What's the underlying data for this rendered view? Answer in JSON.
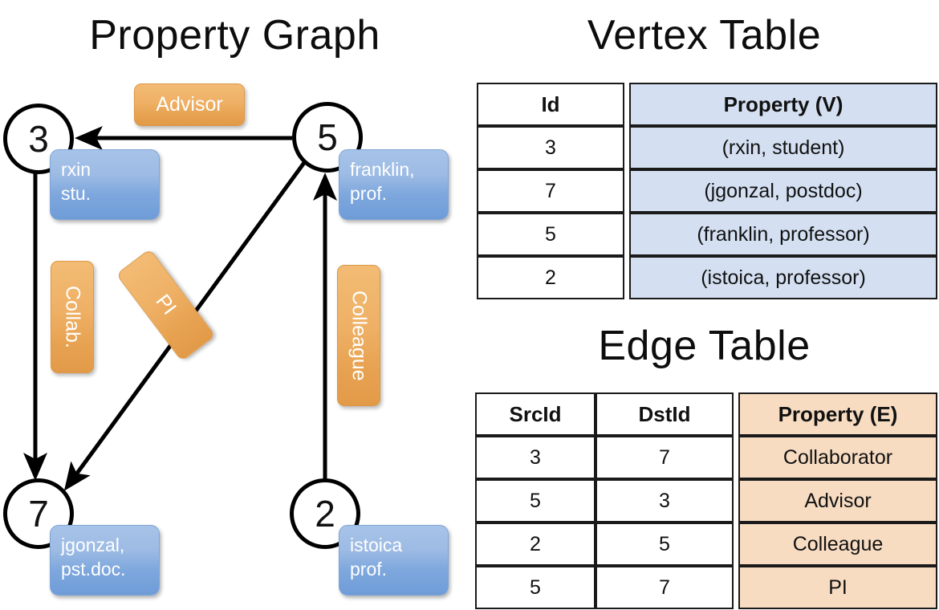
{
  "titles": {
    "property_graph": "Property Graph",
    "vertex_table": "Vertex Table",
    "edge_table": "Edge Table"
  },
  "graph": {
    "nodes": [
      {
        "id": "3",
        "property_line1": "rxin",
        "property_line2": "stu."
      },
      {
        "id": "5",
        "property_line1": "franklin,",
        "property_line2": "prof."
      },
      {
        "id": "7",
        "property_line1": "jgonzal,",
        "property_line2": "pst.doc."
      },
      {
        "id": "2",
        "property_line1": "istoica",
        "property_line2": "prof."
      }
    ],
    "edge_labels": [
      {
        "name": "advisor",
        "text": "Advisor"
      },
      {
        "name": "collab",
        "text": "Collab."
      },
      {
        "name": "pi",
        "text": "PI"
      },
      {
        "name": "colleague",
        "text": "Colleague"
      }
    ],
    "edges": [
      {
        "src": "5",
        "dst": "3",
        "label": "Advisor"
      },
      {
        "src": "3",
        "dst": "7",
        "label": "Collab."
      },
      {
        "src": "5",
        "dst": "7",
        "label": "PI"
      },
      {
        "src": "2",
        "dst": "5",
        "label": "Colleague"
      }
    ]
  },
  "vertex_table": {
    "headers": [
      "Id",
      "Property (V)"
    ],
    "rows": [
      {
        "id": "3",
        "property": "(rxin, student)"
      },
      {
        "id": "7",
        "property": "(jgonzal, postdoc)"
      },
      {
        "id": "5",
        "property": "(franklin, professor)"
      },
      {
        "id": "2",
        "property": "(istoica, professor)"
      }
    ]
  },
  "edge_table": {
    "headers": [
      "SrcId",
      "DstId",
      "Property (E)"
    ],
    "rows": [
      {
        "src": "3",
        "dst": "7",
        "property": "Collaborator"
      },
      {
        "src": "5",
        "dst": "3",
        "property": "Advisor"
      },
      {
        "src": "2",
        "dst": "5",
        "property": "Colleague"
      },
      {
        "src": "5",
        "dst": "7",
        "property": "PI"
      }
    ]
  },
  "colors": {
    "vertex_header_fill": "#d4e0f2",
    "edge_header_fill": "#f7dcc2",
    "node_property_fill": "#7da7dd",
    "edge_label_fill": "#eeae5f",
    "stroke": "#000000",
    "background": "#ffffff"
  }
}
